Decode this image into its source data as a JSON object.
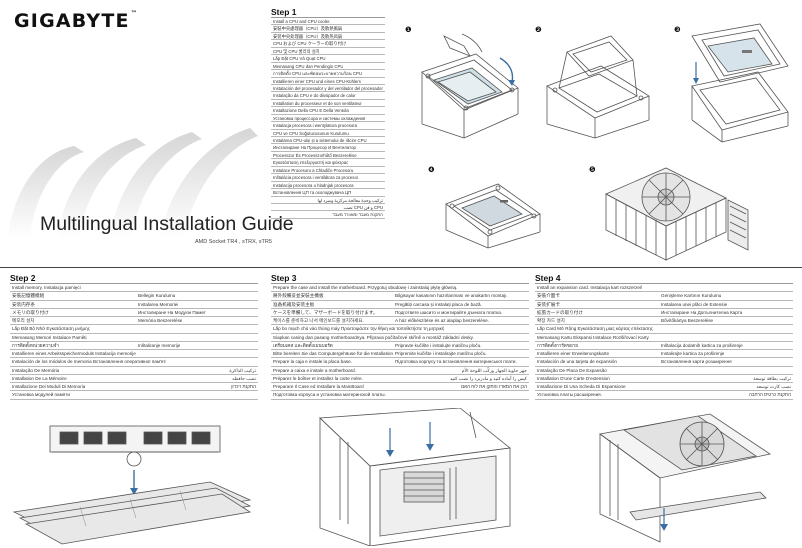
{
  "brand": {
    "logo": "GIGABYTE",
    "tm": "™"
  },
  "cover": {
    "title": "Multilingual Installation Guide",
    "subtitle": "AMD Socket TR4 , sTRX, sTR5"
  },
  "step1": {
    "heading": "Step 1",
    "numbers": [
      "❶",
      "❷",
      "❸",
      "❹",
      "❺"
    ],
    "rows": [
      "Install a CPU and CPU cooler.",
      "安裝中央處理器（CPU）及散熱風扇",
      "安装中央处理器（CPU）及散热风扇",
      "CPU および CPU クーラーの取り付け",
      "CPU 및 CPU 쿨러의 설치",
      "Lắp Đặt CPU Và Quạt CPU",
      "Memasang CPU dan Pendingin CPU",
      "การติดตั้ง CPU และพัดลมระบายความร้อน CPU",
      "Installieren einer CPU und eines CPU-Kühlers",
      "Instalación del procesador y del ventilador del procesador",
      "Instalação da CPU e do dissipador de calor",
      "Installation du processeur et de son ventilateur",
      "Installazione Della CPU E Della Ventola",
      "Установка процессора и системы охлаждения",
      "Instalacja procesora i wentylatora procesora",
      "CPU ve CPU Soğutucusunun Kurulumu",
      "Instalarea CPU-ului și a sistemului de răcire CPU",
      "Инсталиране На Процесор И Вентилатор",
      "Processzor És Processzorhűtő Beszerelése",
      "Εγκατάσταση επεξεργαστή και ψύκτρας",
      "Instalace Procesoru a Chladiče Procesoru",
      "Inštalácia procesora i ventilátora za procesor",
      "Instalacija procesora u hladnjak procesora",
      "Встановлення ЦП та охолоджувача ЦП",
      "تركيب وحدة معالجة مركزية ومبرد لها",
      "نصب CPU و فن CPU",
      "התקנת מעבד ומאוורר מעבד"
    ]
  },
  "step2": {
    "heading": "Step 2",
    "rows": [
      [
        "Install memory. Instalacja pamięci",
        ""
      ],
      [
        "安裝記憶體模組",
        "Bellegin Kurulumu"
      ],
      [
        "安装内存条",
        "Instalarea Memoriei"
      ],
      [
        "メモリの取り付け",
        "Инсталиране На Модули Памет"
      ],
      [
        "메모리 설치",
        "Memória Beszerelése"
      ],
      [
        "Lắp Đặt Bộ Nhớ Εγκατάσταση μνήμης",
        ""
      ],
      [
        "Memasang Memori Instalace Paměti",
        ""
      ],
      [
        "การติดตั้งหน่วยความจำ",
        "Inštaliranje memorije"
      ],
      [
        "Installieren eines Arbeitsspeichermoduls Instalacija memorije",
        ""
      ],
      [
        "Instalación de los módulos de memoria Встановлення оперативної пам'яті",
        ""
      ],
      [
        "Instalação De Memória",
        "تركيب الذاكرة"
      ],
      [
        "Installation De La Mémoire",
        "نصب حافظه"
      ],
      [
        "Installazione Dei Moduli Di Memoria",
        "התקנת זיכרון"
      ],
      [
        "Установка модулей памяти",
        ""
      ]
    ]
  },
  "step3": {
    "heading": "Step 3",
    "rows": [
      [
        "Prepare the case and install the motherboard. Przygotuj obudowę i zainstaluj płytę główną.",
        ""
      ],
      [
        "將外殼備妥並安裝主機板",
        "Bilgisayar kasasının hazırlanması ve anakartın montajı."
      ],
      [
        "准备机箱及安装主板",
        "Pregătiți carcasa și instalați placa de bază."
      ],
      [
        "ケースを準備して、マザーボードを取り付けます。",
        "Подгответе шасито и монтирайте дънната платка."
      ],
      [
        "케이스를 준비하고 나서 메인보드를 설치하세요.",
        "A ház előkészítése és az alaplap beszerelése."
      ],
      [
        "Lắp bo mạch chủ vào thùng máy Προετοιμάστε την θήκη και τοποθετήστε τη μητρική",
        ""
      ],
      [
        "Siapkan casing dan pasang motherboardnya. Připrava počítačové skříně a montáž základní desky.",
        ""
      ],
      [
        "เตรียมเคส และติดตั้งเมนบอร์ด",
        "Pripravte kučište i instalujte matičnu ploču."
      ],
      [
        "Bitte bereiten Sie das Computergehäuse für die Installation des Mainboards vor.",
        "Pripremite kučište i instalirajte matičnu ploču."
      ],
      [
        "Prepare la caja e instale la placa base.",
        "Підготовка корпусу та встановлення материнської плати."
      ],
      [
        "Prepare a caixa e instale a motherboard.",
        "جهز حاوية الجهاز وركّب اللوحة الأم"
      ],
      [
        "Préparez le boîtier et installez la carte mère.",
        "کیس را آماده کنید و مادربرد را نصب کنید"
      ],
      [
        "Preparare Il Case ed Installare la MainBoard",
        "הכן את המארז והתקן את לוח האם"
      ],
      [
        "Подготовка корпуса и установка материнской платы.",
        ""
      ]
    ]
  },
  "step4": {
    "heading": "Step 4",
    "rows": [
      [
        "Install an expansion card. Instalacja kart rozszerzeń",
        ""
      ],
      [
        "安裝介面卡",
        "Genişleme Kartının Kurulumu"
      ],
      [
        "安装扩展卡",
        "Instalarea unei plăci de Extensie"
      ],
      [
        "拡張カードの取り付け",
        "Инсталиране На Допълнителна Карта"
      ],
      [
        "확장 카드 설치",
        "Bővítőkártya Beszerelése"
      ],
      [
        "Lắp Card Mở Rộng Εγκατάσταση μιας κάρτας επέκτασης",
        ""
      ],
      [
        "Memasang Kartu Ekspansi Instalace Rozšiřovací Karty",
        ""
      ],
      [
        "การติดตั้งการ์ดขยาย",
        "Inštalacija dodatnih kartica za proširenje"
      ],
      [
        "Installieren einer Erweiterungskarte",
        "Instalirajte kartica za proširenje"
      ],
      [
        "Instalación de una tarjeta de expansión",
        "Встановлення карти розширення"
      ],
      [
        "Instalação De Placa De Expansão",
        ""
      ],
      [
        "Installation D'une Carte D'extension",
        "تركيب بطاقة توسعة"
      ],
      [
        "Installazione Di Una Scheda Di Espansione",
        "نصب کارت توسعه"
      ],
      [
        "Установка платы расширения.",
        "התקנת כרטיס הרחבה"
      ]
    ]
  }
}
